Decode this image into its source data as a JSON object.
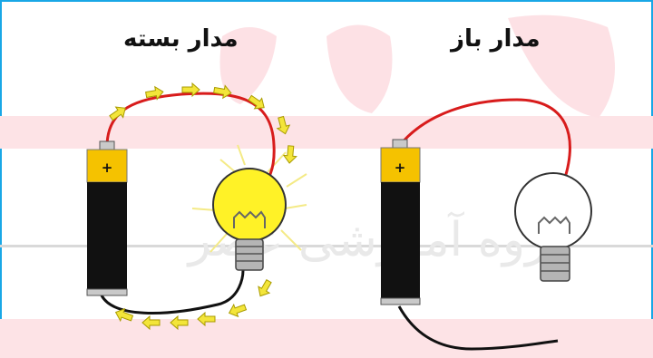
{
  "titles": {
    "closed_circuit": "مدار بسته",
    "open_circuit": "مدار باز"
  },
  "battery": {
    "plus_sign": "+"
  },
  "watermark": {
    "text": "گروه آموزشی عصر"
  },
  "colors": {
    "frame": "#19a7e6",
    "wire_red": "#d81c1c",
    "wire_black": "#111111",
    "battery_top": "#f5c200",
    "battery_body": "#111111",
    "bulb_lit": "#fff227",
    "bulb_off": "#ffffff",
    "arrow": "#f3e53a"
  }
}
